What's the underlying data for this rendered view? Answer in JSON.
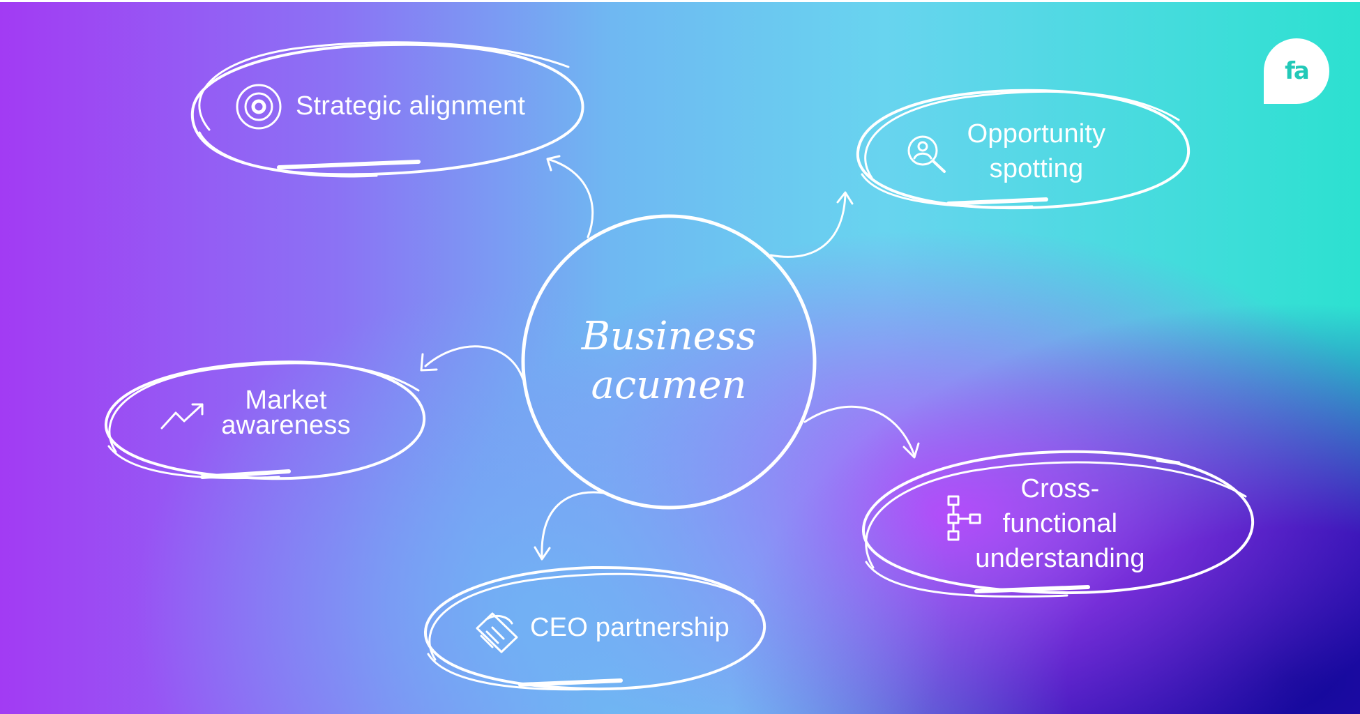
{
  "center": {
    "line1": "Business",
    "line2": "acumen"
  },
  "nodes": {
    "strategic": {
      "text": "Strategic alignment",
      "icon": "target-icon"
    },
    "opportunity": {
      "line1": "Opportunity",
      "line2": "spotting",
      "icon": "search-person-icon"
    },
    "market": {
      "line1": "Market",
      "line2": "awareness",
      "icon": "trend-up-icon"
    },
    "ceo": {
      "text": "CEO partnership",
      "icon": "handshake-icon"
    },
    "cross": {
      "line1": "Cross-",
      "line2": "functional",
      "line3": "understanding",
      "icon": "flowchart-icon"
    }
  },
  "logo": {
    "text": "fa"
  },
  "colors": {
    "stroke": "#ffffff",
    "logo_text": "#22c9b8"
  }
}
